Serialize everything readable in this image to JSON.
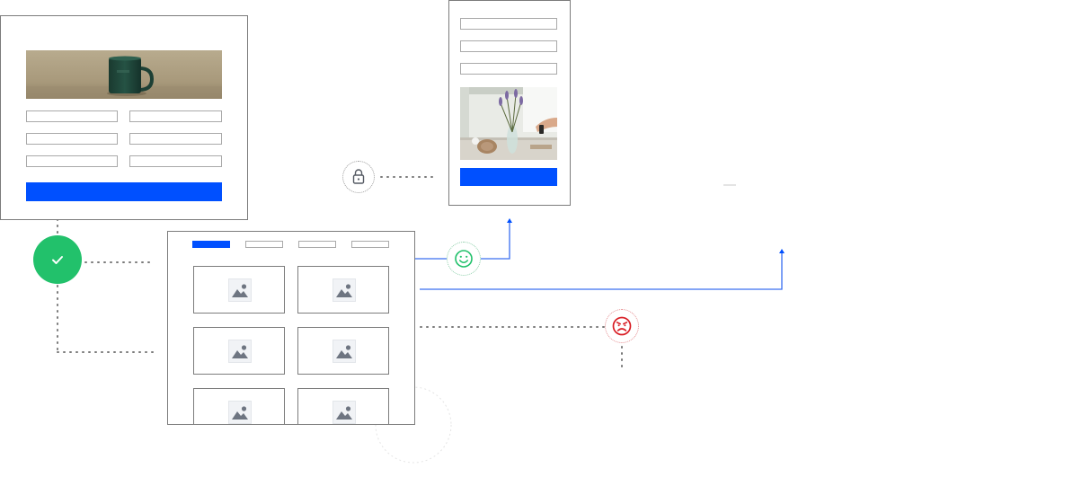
{
  "diagram": {
    "colors": {
      "accent": "#0050ff",
      "success": "#22c16b",
      "error": "#d91f26",
      "frame_border": "#7c7c7c",
      "field_border": "#a9a9a9",
      "connector": "#7a7a7a",
      "image_icon": "#6e7581"
    },
    "form_card": {
      "photo": "green-mug-photo",
      "field_count": 6,
      "submit_button": "primary-blue-button"
    },
    "mobile_form": {
      "photo": "lavender-vase-photo",
      "field_count": 3,
      "submit_button": "primary-blue-button"
    },
    "gallery_page": {
      "tabs": 4,
      "active_tab": 1,
      "image_tiles": 6,
      "tile_icon": "image-placeholder-icon"
    },
    "status_badges": {
      "approved": "check-icon",
      "locked": "lock-icon",
      "happy": "smiley-icon",
      "angry": "angry-face-icon"
    }
  }
}
